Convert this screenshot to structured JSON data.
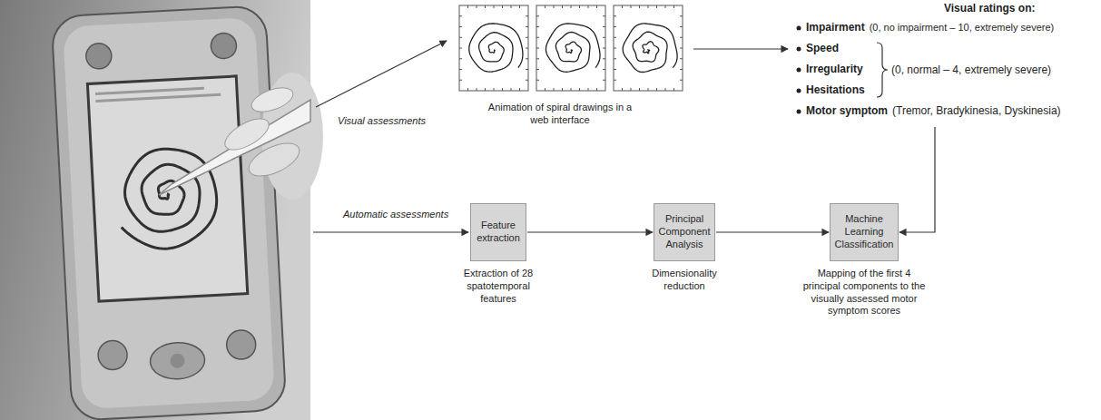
{
  "diagram": {
    "nodes": [
      {
        "text": [
          "Feature extraction"
        ]
      },
      {
        "text": [
          "Principal Component Analysis"
        ]
      },
      {
        "text": [
          "Machine Learning Classification"
        ]
      }
    ],
    "edges": [
      {
        "from": 0,
        "to": 1,
        "arrow": "to"
      },
      {
        "from": 1,
        "to": 2,
        "arrow": "to"
      }
    ],
    "labels": [
      "Visual assessments",
      "Animation of spiral drawings in a web interface",
      "Visual ratings on:",
      "Impairment",
      "(0, no impairment – 10, extremely severe)",
      "Speed",
      "Irregularity",
      "Hesitations",
      "(0, normal – 4, extremely severe)",
      "Motor symptom",
      "(Tremor, Bradykinesia, Dyskinesia)",
      "Automatic assessments",
      "Extraction of 28 spatotemporal features",
      "Dimensionality reduction",
      "Mapping of the first 4 principal components to the visually assessed motor symptom scores"
    ]
  }
}
